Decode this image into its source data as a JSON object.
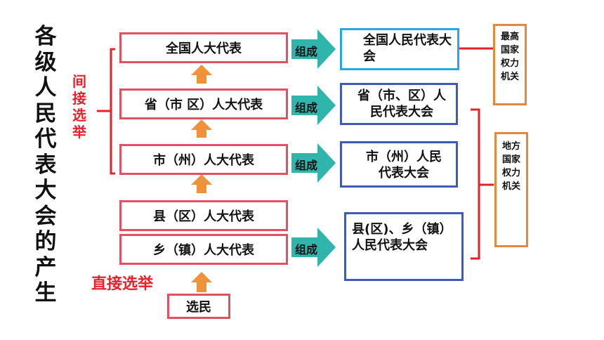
{
  "title": "各级人民代表大会的产生",
  "labels": {
    "indirect": "间接选举",
    "direct": "直接选举"
  },
  "delegates": {
    "national": "全国人大代表",
    "provincial": "省（市 区）人大代表",
    "city": "市（州）人大代表",
    "county": "县（区）人大代表",
    "township": "乡（镇）人大代表",
    "voters": "选民"
  },
  "compose_label": "组成",
  "congresses": {
    "national": "全国人民代表大会",
    "provincial": "省（市、区）人民代表大会",
    "city": "市（州）人民代表大会",
    "local": "县(区)、乡（镇）人民代表大会"
  },
  "organs": {
    "highest": "最高国家权力机关",
    "local": "地方国家权力机关"
  },
  "colors": {
    "delegate_border": "#e05260",
    "congress_border": "#3f5bb5",
    "national_congress_border": "#29a8e0",
    "organ_border": "#e8873a",
    "teal_arrow": "#2fb5ac",
    "orange_arrow": "#f0923a",
    "red_text": "#e8202a"
  }
}
